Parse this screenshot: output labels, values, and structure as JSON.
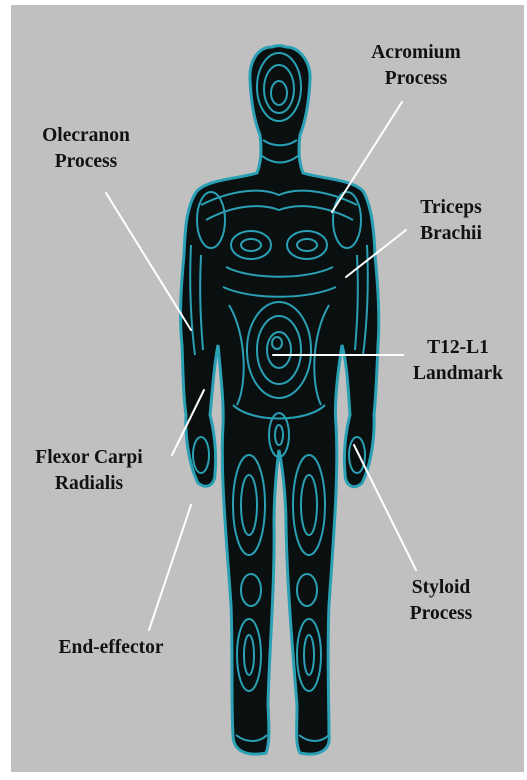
{
  "colors": {
    "background": "#c0c0c0",
    "body_fill": "#0a0f10",
    "contour_stroke": "#2aa0b4",
    "leader_line": "#ffffff",
    "text": "#111111"
  },
  "labels": {
    "acromium": [
      "Acromium",
      "Process"
    ],
    "olecranon": [
      "Olecranon",
      "Process"
    ],
    "triceps": [
      "Triceps",
      "Brachii"
    ],
    "t12l1": [
      "T12-L1",
      "Landmark"
    ],
    "flexor": [
      "Flexor Carpi",
      "Radialis"
    ],
    "styloid": [
      "Styloid",
      "Process"
    ],
    "end_effector": [
      "End-effector"
    ]
  }
}
